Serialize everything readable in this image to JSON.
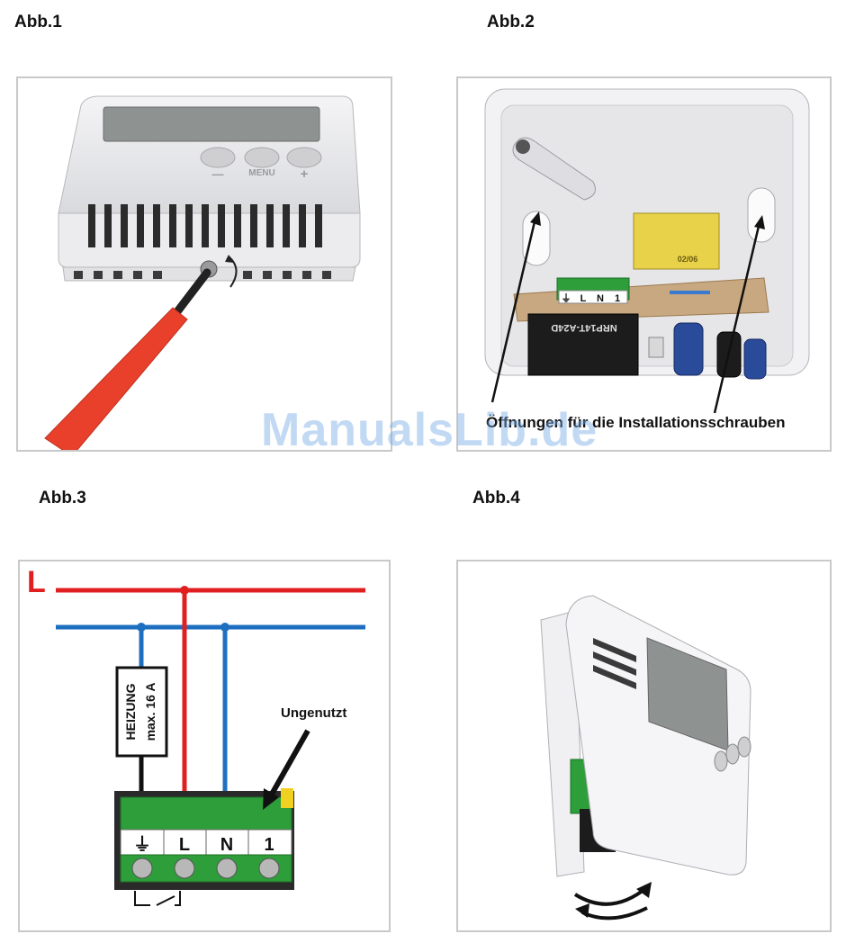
{
  "figures": {
    "fig1": {
      "label": "Abb.1",
      "buttons": [
        "—",
        "MENU",
        "+"
      ]
    },
    "fig2": {
      "label": "Abb.2",
      "caption": "Öffnungen für die Installationsschrauben",
      "terminals": [
        "⏚",
        "L",
        "N",
        "1"
      ],
      "board_text": "NRP14T-A24D",
      "cap_text": "02/06"
    },
    "fig3": {
      "label": "Abb.3",
      "line_label": "L",
      "load_line1": "HEIZUNG",
      "load_line2": "max. 16 A",
      "unused_label": "Ungenutzt",
      "terminals": [
        "⏚",
        "L",
        "N",
        "1"
      ]
    },
    "fig4": {
      "label": "Abb.4"
    }
  },
  "watermark": "ManualsLib.de",
  "colors": {
    "live": "#e02020",
    "neutral": "#1f6fc0",
    "terminal_green": "#2e9e3a",
    "screwdriver": "#e8402a"
  }
}
